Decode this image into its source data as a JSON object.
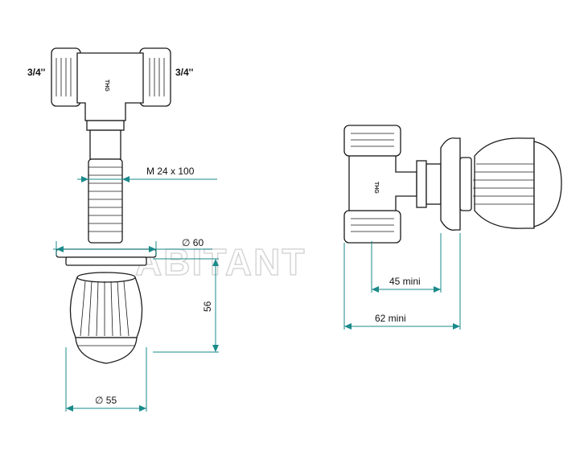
{
  "labels": {
    "thread_left": "3/4''",
    "thread_right": "3/4''",
    "connector": "M  24  x 100",
    "flange_diameter": "∅ 60",
    "knob_height": "56",
    "knob_diameter": "∅ 55",
    "depth_min": "45  mini",
    "total_min": "62  mini",
    "brand_mark": "THG",
    "watermark": "ABITANT"
  },
  "colors": {
    "dimension_lines": "#1a8a8a",
    "outline": "#1a1a1a",
    "watermark": "#d6d6d6"
  }
}
